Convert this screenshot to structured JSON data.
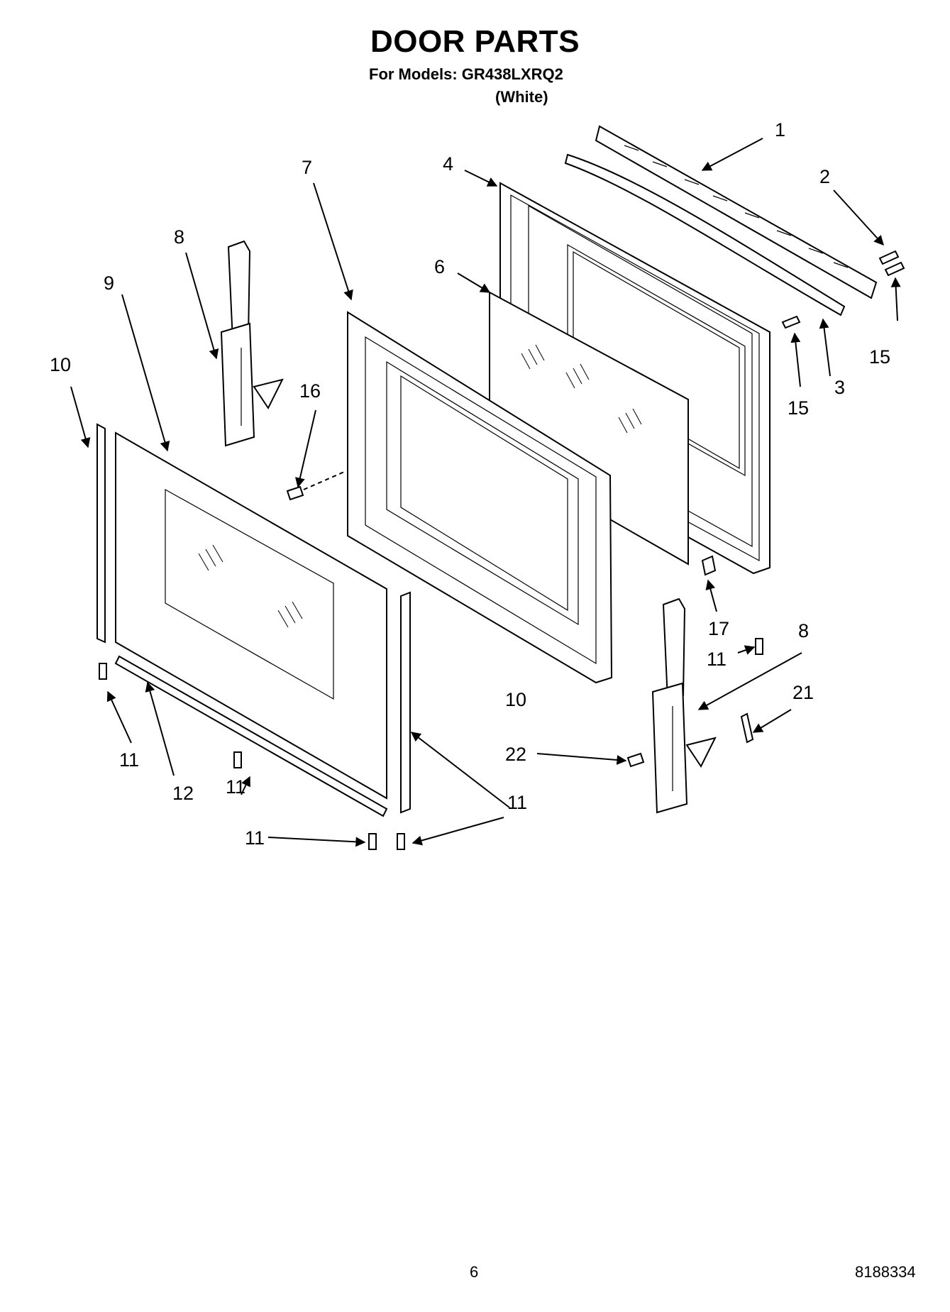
{
  "header": {
    "title": "DOOR PARTS",
    "models": "For Models: GR438LXRQ2",
    "finish": "(White)"
  },
  "callouts": [
    "1",
    "2",
    "3",
    "4",
    "6",
    "7",
    "8",
    "9",
    "10",
    "15",
    "15",
    "16",
    "17",
    "11",
    "8",
    "21",
    "11",
    "12",
    "11",
    "10",
    "22",
    "11",
    "11"
  ],
  "footer": {
    "page_number": "6",
    "document_number": "8188334"
  }
}
